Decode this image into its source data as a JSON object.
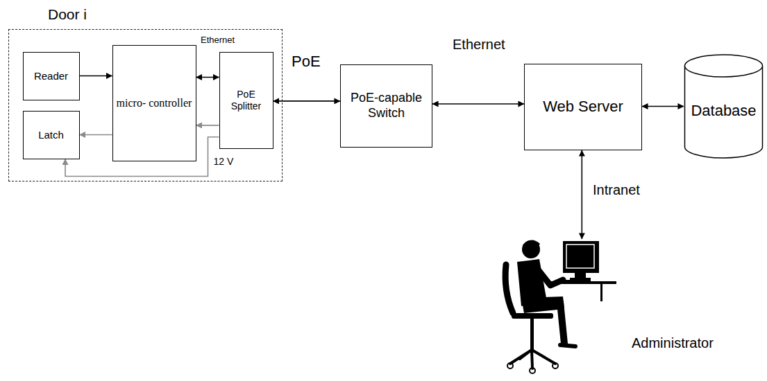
{
  "diagram": {
    "nodes": [
      {
        "text": [
          "Door i"
        ]
      },
      {
        "text": [
          "Reader"
        ],
        "in": 0
      },
      {
        "text": [
          "micro- controller"
        ],
        "in": 0
      },
      {
        "text": [
          "Latch"
        ],
        "in": 0
      },
      {
        "text": [
          "PoE Splitter"
        ],
        "in": 0
      },
      {
        "text": [
          "PoE-capable Switch"
        ]
      },
      {
        "text": [
          "Web Server"
        ]
      },
      {
        "text": [
          "Database"
        ]
      },
      {
        "text": [
          "Administrator"
        ]
      }
    ],
    "edges": [
      {
        "from": 1,
        "to": 2,
        "arrow": "to"
      },
      {
        "from": 2,
        "to": 4,
        "label": "Ethernet",
        "arrow": "both"
      },
      {
        "from": 2,
        "to": 3,
        "arrow": "to"
      },
      {
        "from": 4,
        "to": 2,
        "arrow": "to"
      },
      {
        "from": 4,
        "to": 3,
        "label": "12 V",
        "arrow": "to"
      },
      {
        "from": 4,
        "to": 5,
        "label": "PoE",
        "arrow": "both"
      },
      {
        "from": 5,
        "to": 6,
        "label": "Ethernet",
        "arrow": "both"
      },
      {
        "from": 6,
        "to": 7,
        "arrow": "both"
      },
      {
        "from": 6,
        "to": 8,
        "label": "Intranet",
        "arrow": "both"
      }
    ]
  }
}
